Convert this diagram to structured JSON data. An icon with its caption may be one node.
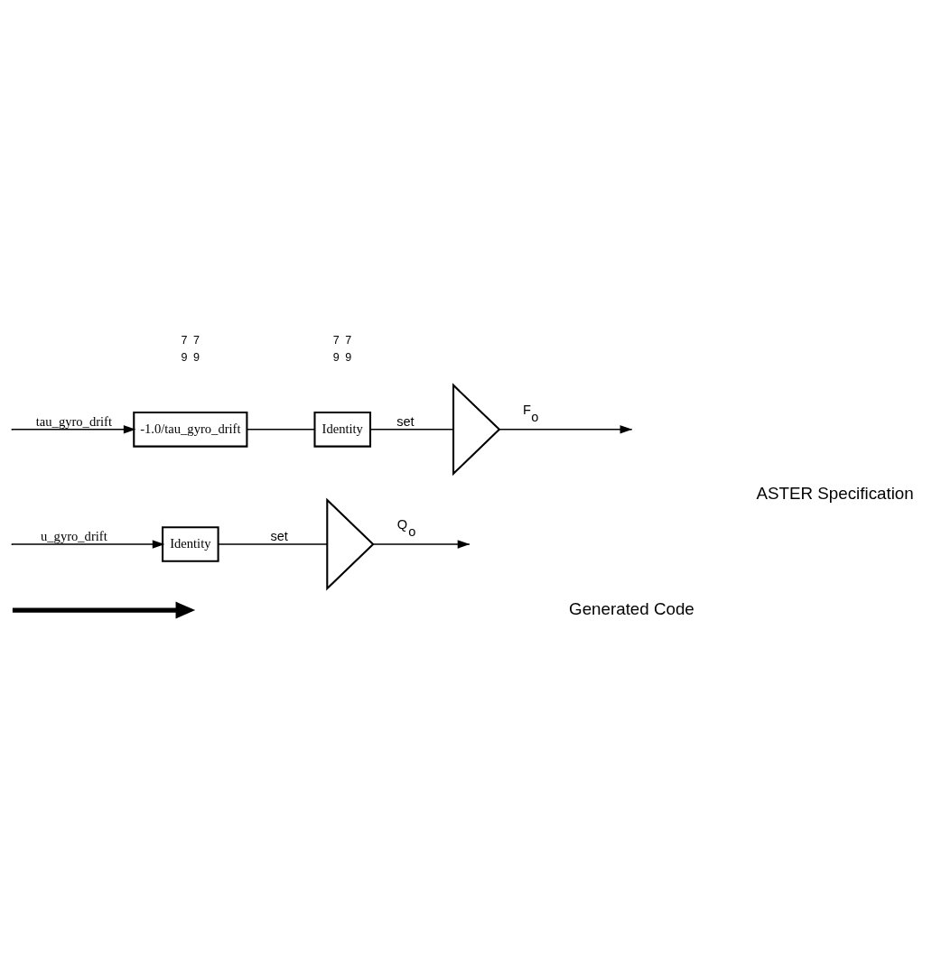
{
  "diagram": {
    "nodes": [
      {
        "text": [
          "-1.0/tau_gyro_drift"
        ]
      },
      {
        "text": [
          "Identity"
        ]
      },
      {
        "text": [],
        "shape": "chevron"
      },
      {
        "text": [
          "Identity"
        ]
      },
      {
        "text": [],
        "shape": "chevron"
      }
    ],
    "edges": [
      {
        "from": null,
        "to": 0,
        "arrow": "to",
        "label": "tau_gyro_drift"
      },
      {
        "from": 0,
        "to": 1,
        "arrow": "none"
      },
      {
        "from": 1,
        "to": 2,
        "arrow": "none",
        "label": "set"
      },
      {
        "from": 2,
        "to": null,
        "arrow": "to",
        "label": "F$_{o}$"
      },
      {
        "from": null,
        "to": 3,
        "arrow": "to",
        "label": "u_gyro_drift"
      },
      {
        "from": 3,
        "to": 4,
        "arrow": "none",
        "label": "set"
      },
      {
        "from": 4,
        "to": null,
        "arrow": "to",
        "label": "Q$_{o}$"
      }
    ],
    "labels": [
      "7",
      "7",
      "9",
      "9",
      "ASTER Specification",
      "7",
      "7",
      "9",
      "9",
      "Generated Code"
    ]
  }
}
